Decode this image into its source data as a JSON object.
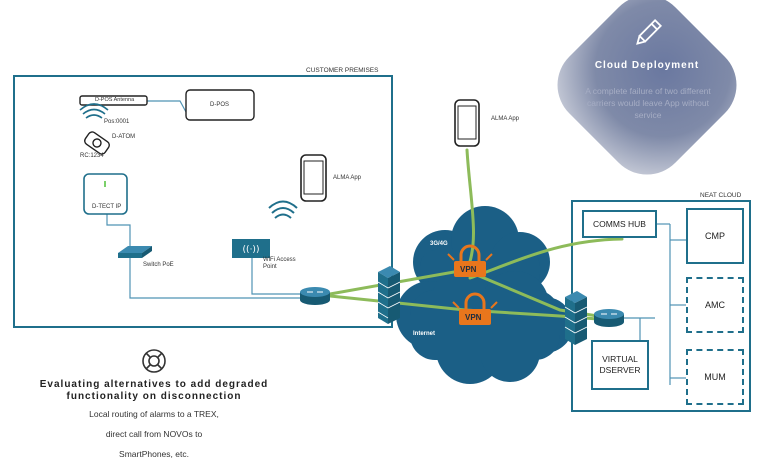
{
  "labels": {
    "customer_premises": "CUSTOMER PREMISES",
    "neat_cloud": "NEAT CLOUD",
    "pos_antenna": "D-POS Antenna",
    "d_pos": "D-POS",
    "pos_id": "Pos:0001",
    "d_atom": "D-ATOM",
    "rc_id": "RC:1234",
    "d_tect": "D-TECT IP",
    "switch_poe": "Switch PoE",
    "wifi_ap": "WiFi Access Point",
    "alma_app_inside": "ALMA App",
    "alma_app_outside": "ALMA App",
    "net_3g4g": "3G/4G",
    "internet": "Internet",
    "vpn_top": "VPN",
    "vpn_bottom": "VPN",
    "comms_hub": "COMMS HUB",
    "cmp": "CMP",
    "amc": "AMC",
    "virtual_dserver": "VIRTUAL DSERVER",
    "mum": "MUM"
  },
  "cloud_deployment": {
    "title": "Cloud Deployment",
    "text": "A complete failure of two different carriers would leave App without service"
  },
  "degraded": {
    "title": "Evaluating alternatives to add degraded functionality on disconnection",
    "line1": "Local routing of alarms to a TREX,",
    "line2": "direct call from NOVOs to",
    "line3": "SmartPhones, etc."
  },
  "colors": {
    "frame": "#1f6f8b",
    "link_green": "#8dbb5a",
    "cloud_blue": "#1b5f86",
    "vpn_orange": "#e8761c",
    "badge": "#4f5e86"
  },
  "icons": [
    "pencil-icon",
    "life-ring-icon",
    "router-icon",
    "firewall-icon",
    "wifi-icon",
    "smartphone-icon",
    "lock-icon"
  ]
}
